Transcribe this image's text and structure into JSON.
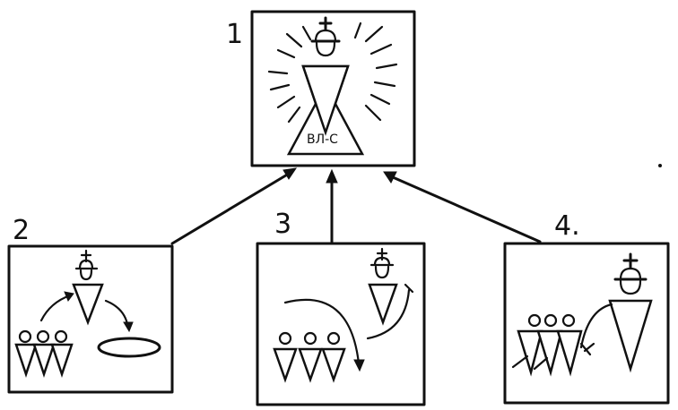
{
  "panels": [
    {
      "id": "1",
      "label": "1",
      "badge": "ВЛ-С"
    },
    {
      "id": "2",
      "label": "2"
    },
    {
      "id": "3",
      "label": "3"
    },
    {
      "id": "4",
      "label": "4."
    }
  ]
}
